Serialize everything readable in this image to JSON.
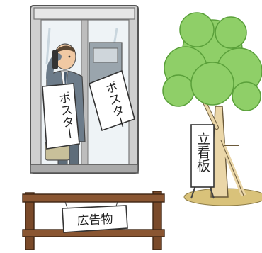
{
  "signs": {
    "poster_left": "ポスター",
    "poster_right": "ポスター",
    "standing_sign": "立看板",
    "fence_sign": "広告物"
  },
  "colors": {
    "booth_frame": "#8f8f8f",
    "glass": "#eef3f6",
    "tree_green": "#8fcf68",
    "tree_dark": "#5aa03a",
    "trunk": "#ead6a8",
    "fence_wood": "#7a4a2a",
    "ground": "#d9c27a",
    "suit": "#6d7c8a",
    "skin": "#f1c9a3"
  }
}
